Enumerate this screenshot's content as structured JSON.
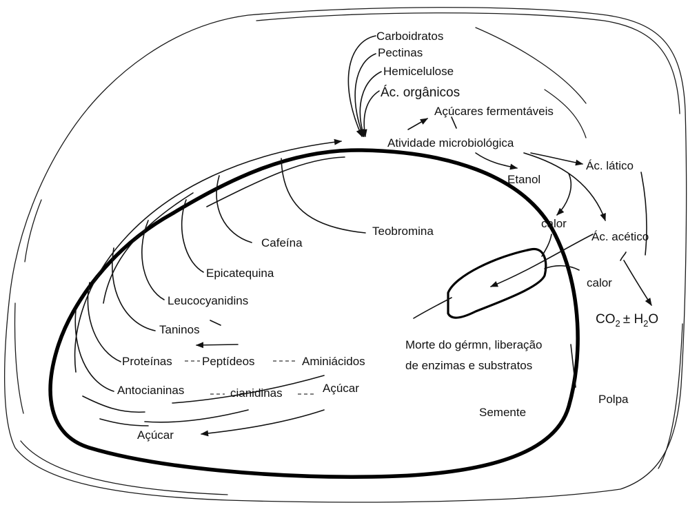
{
  "labels": {
    "carboidratos": "Carboidratos",
    "pectinas": "Pectinas",
    "hemicelulose": "Hemicelulose",
    "ac_organicos": "Ác. orgânicos",
    "acucares_fermentaveis": "Açúcares fermentáveis",
    "atividade_micro": "Atividade microbiológica",
    "ac_latico": "Ác. lático",
    "etanol": "Etanol",
    "calor_1": "calor",
    "ac_acetico": "Ác. acético",
    "calor_2": "calor",
    "teobromina": "Teobromina",
    "cafeina": "Cafeína",
    "epicatequina": "Epicatequina",
    "leucocyanidins": "Leucocyanidins",
    "taninos": "Taninos",
    "proteinas": "Proteínas",
    "peptideos": "Peptídeos",
    "aminiacidos": "Aminiácidos",
    "antocianinas": "Antocianinas",
    "cianidinas": "cianidinas",
    "acucar_1": "Açúcar",
    "acucar_2": "Açúcar",
    "morte_line1": "Morte do gérmn, liberação",
    "morte_line2": "de enzimas e substratos",
    "semente": "Semente",
    "polpa": "Polpa",
    "co2": "CO",
    "co2_sub": "2",
    "pm_h": "± H",
    "h2o_sub": "2",
    "o": "O"
  }
}
